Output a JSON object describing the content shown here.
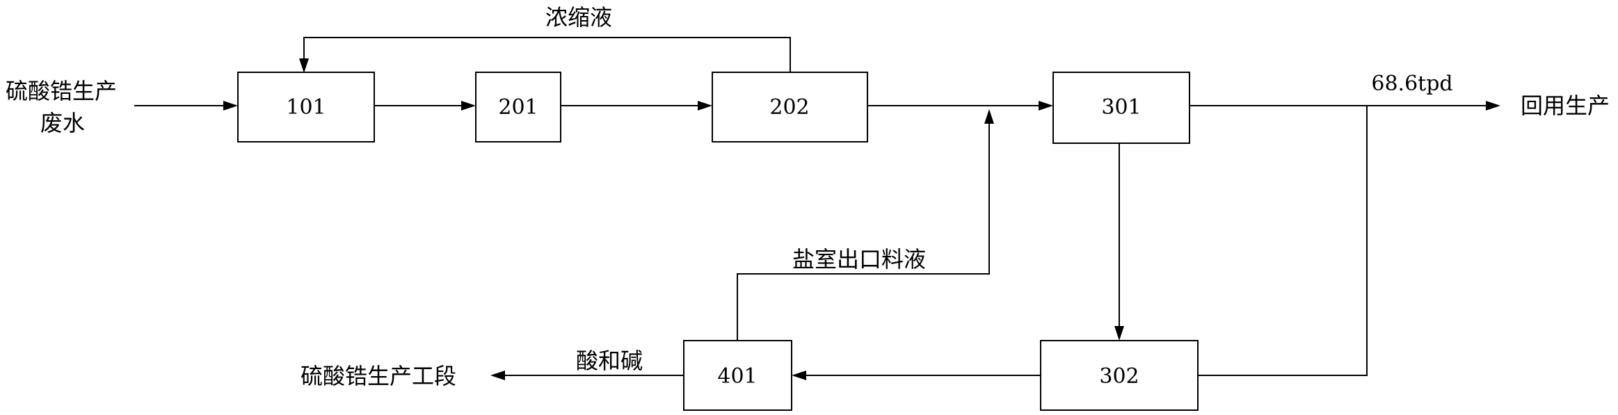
{
  "diagram": {
    "boxes": {
      "b101": "101",
      "b201": "201",
      "b202": "202",
      "b301": "301",
      "b302": "302",
      "b401": "401"
    },
    "labels": {
      "input_line1": "硫酸锆生产",
      "input_line2": "废水",
      "concentrate": "浓缩液",
      "salt_outlet": "盐室出口料液",
      "flow_rate": "68.6tpd",
      "reuse": "回用生产",
      "acid_base": "酸和碱",
      "output_section": "硫酸锆生产工段"
    }
  }
}
